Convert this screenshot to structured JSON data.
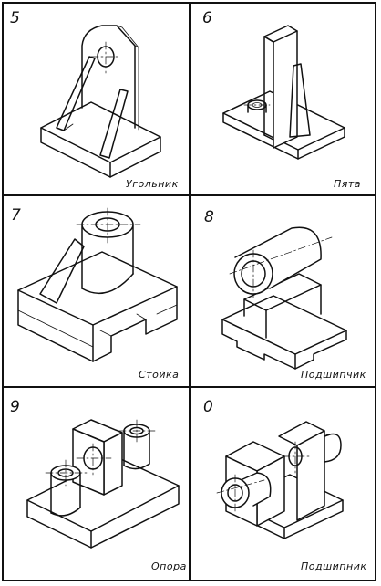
{
  "cells": [
    {
      "number": "5",
      "caption": "Угольник"
    },
    {
      "number": "6",
      "caption": "Пята"
    },
    {
      "number": "7",
      "caption": "Стойка"
    },
    {
      "number": "8",
      "caption": "Подшипчик"
    },
    {
      "number": "9",
      "caption": "Опора"
    },
    {
      "number": "0",
      "caption": "Подшипник"
    }
  ]
}
